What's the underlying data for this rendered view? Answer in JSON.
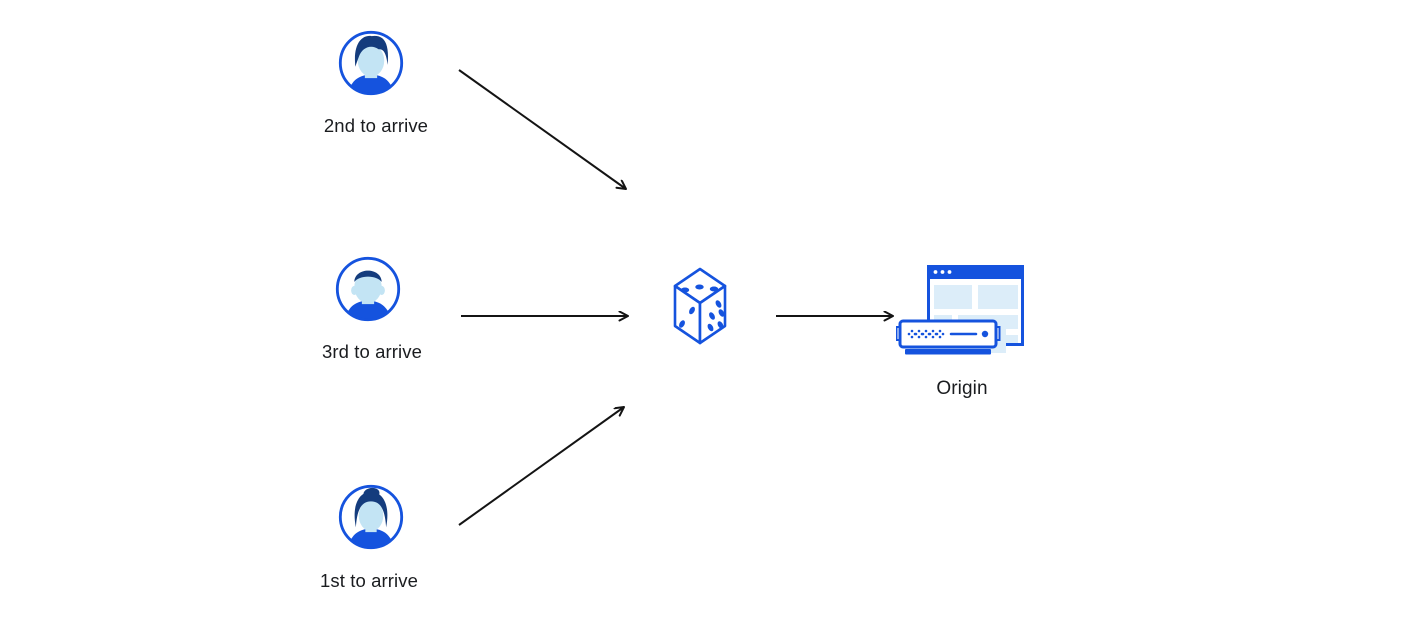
{
  "diagram": {
    "type": "flow-diagram",
    "description": "Three clients arriving in different order send requests through a random (dice) selection to a single origin",
    "clients": [
      {
        "id": "client-top",
        "label": "2nd to arrive",
        "avatar": "man-swept-hair-avatar"
      },
      {
        "id": "client-middle",
        "label": "3rd to arrive",
        "avatar": "man-short-hair-avatar"
      },
      {
        "id": "client-bottom",
        "label": "1st to arrive",
        "avatar": "woman-bun-avatar"
      }
    ],
    "randomizer": {
      "icon": "dice-icon",
      "visible_pips": {
        "top_face": 3,
        "left_face": 2,
        "right_face": 5
      }
    },
    "origin": {
      "label": "Origin",
      "icon": "origin-server-icon"
    },
    "arrows": [
      {
        "from": "client-top",
        "to": "dice"
      },
      {
        "from": "client-middle",
        "to": "dice"
      },
      {
        "from": "client-bottom",
        "to": "dice"
      },
      {
        "from": "dice",
        "to": "origin"
      }
    ]
  },
  "colors": {
    "blue": "#1553DE",
    "navy": "#143C7D",
    "face": "#C3E4F4",
    "panel": "#DCEDF9",
    "arrow": "#141414",
    "text": "#1A1C1F"
  }
}
